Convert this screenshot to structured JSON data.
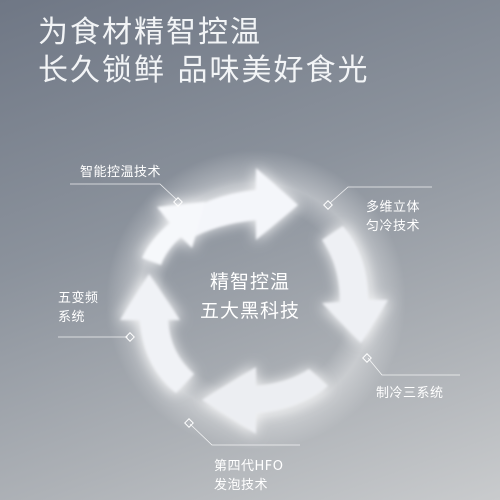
{
  "headline": {
    "line1": "为食材精智控温",
    "line2": "长久锁鲜 品味美好食光"
  },
  "center": {
    "line1": "精智控温",
    "line2": "五大黑科技"
  },
  "features": [
    {
      "line1": "智能控温技术",
      "line2": ""
    },
    {
      "line1": "多维立体",
      "line2": "匀冷技术"
    },
    {
      "line1": "制冷三系统",
      "line2": ""
    },
    {
      "line1": "第四代HFO",
      "line2": "发泡技术"
    },
    {
      "line1": "五变频",
      "line2": "系统"
    }
  ],
  "colors": {
    "text": "#ffffff",
    "arrow": "#f4f6fa",
    "glow": "#ffffff"
  }
}
